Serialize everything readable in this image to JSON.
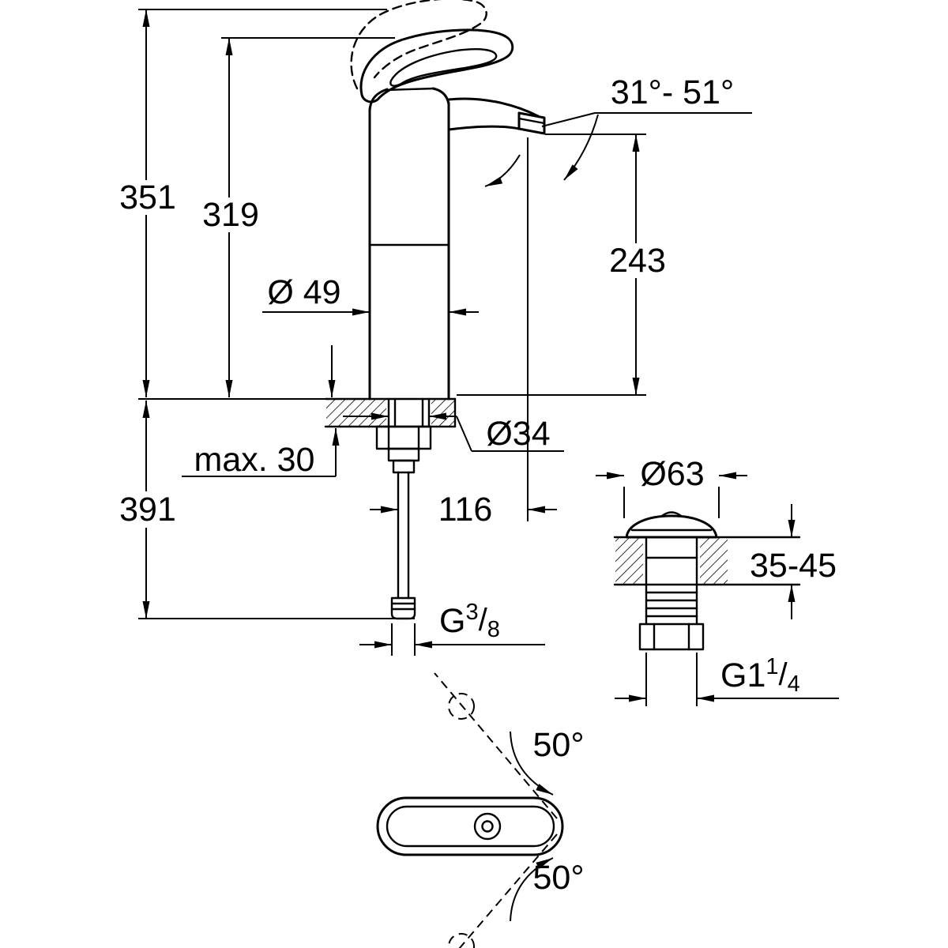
{
  "labels": {
    "total_height": "351",
    "body_height": "319",
    "spout_height": "243",
    "body_diameter": "Ø 49",
    "spout_angle_range": "31°- 51°",
    "hole_diameter": "Ø34",
    "max_deck": "max. 30",
    "under_height": "391",
    "spout_reach": "116",
    "g38_prefix": "G",
    "g38_numerator": "3",
    "g38_slash": "/",
    "g38_denominator": "8",
    "drain_cap_diameter": "Ø63",
    "drain_deck_range": "35-45",
    "g114_prefix": "G1",
    "g114_numerator": "1",
    "g114_slash": "/",
    "g114_denominator": "4",
    "swing_angle_up": "50°",
    "swing_angle_down": "50°"
  },
  "colors": {
    "line": "#000000",
    "background": "#ffffff"
  }
}
